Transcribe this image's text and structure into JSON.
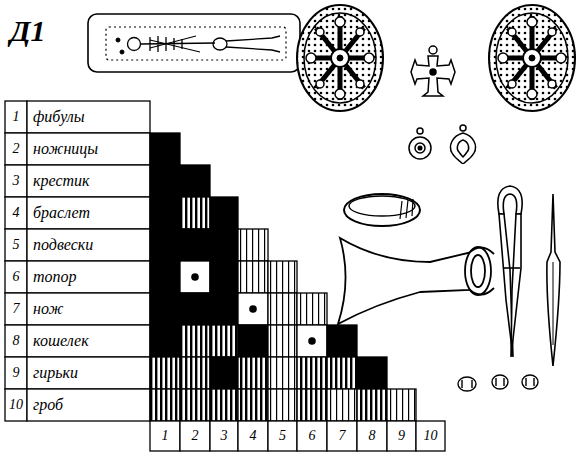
{
  "diagram": {
    "title": "Д1",
    "labels": [
      "1",
      "фибулы",
      "2",
      "ножницы",
      "3",
      "крестик",
      "4",
      "браслет",
      "5",
      "подвески",
      "6",
      "топор",
      "7",
      "нож",
      "8",
      "кошелек",
      "9",
      "гирьки",
      "10",
      "гроб",
      "1",
      "2",
      "3",
      "4",
      "5",
      "6",
      "7",
      "8",
      "9",
      "10"
    ]
  }
}
